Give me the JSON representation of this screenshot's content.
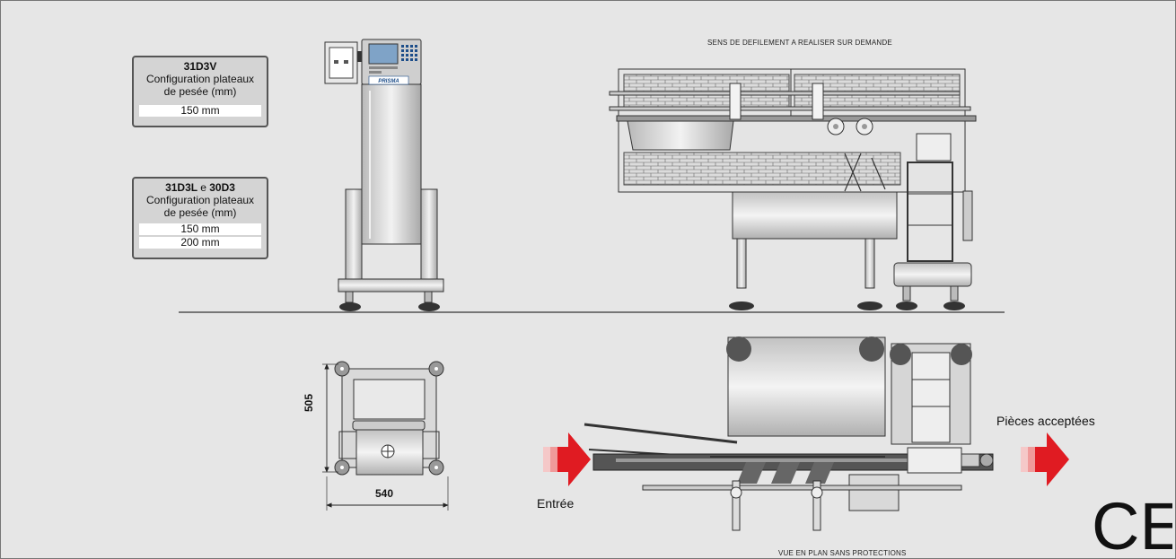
{
  "spec_boxes": [
    {
      "model": "31D3V",
      "description": [
        "Configuration plateaux",
        "de pesée (mm)"
      ],
      "sizes": [
        "150 mm"
      ]
    },
    {
      "model_a": "31D3L",
      "conjunction": "e",
      "model_b": "30D3",
      "description": [
        "Configuration plateaux",
        "de pesée (mm)"
      ],
      "sizes": [
        "150 mm",
        "200 mm"
      ]
    }
  ],
  "notes": {
    "top": "SENS DE DEFILEMENT A REALISER SUR DEMANDE",
    "bottom": "VUE EN PLAN SANS PROTECTIONS"
  },
  "labels": {
    "entry": "Entrée",
    "accepted": "Pièces acceptées"
  },
  "dimensions": {
    "height": "505",
    "width": "540"
  },
  "brand_plate": "PRISMA",
  "certification": "CE",
  "colors": {
    "background": "#e6e6e6",
    "arrow_red": "#e01b22",
    "machine_panel": "#d8d8d8",
    "outline": "#333333"
  }
}
